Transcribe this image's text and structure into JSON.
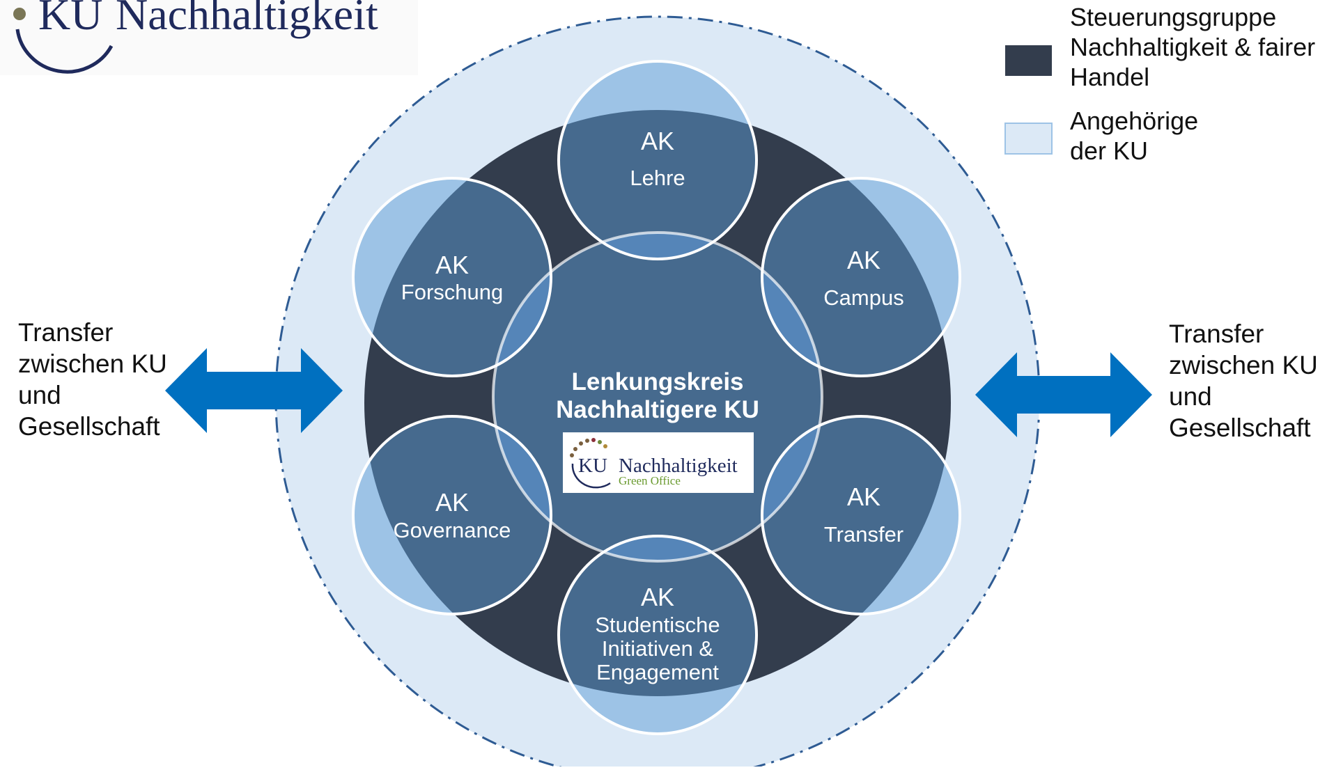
{
  "logo": {
    "initials": "KU",
    "name": "Nachhaltigkeit"
  },
  "center": {
    "title_line1": "Lenkungskreis",
    "title_line2": "Nachhaltigere KU",
    "badge_initials": "KU",
    "badge_name": "Nachhaltigkeit",
    "badge_sub": "Green Office"
  },
  "circles": {
    "lehre": {
      "line1": "AK",
      "line2": "Lehre"
    },
    "campus": {
      "line1": "AK",
      "line2": "Campus"
    },
    "transfer": {
      "line1": "AK",
      "line2": "Transfer"
    },
    "engagement": {
      "line1": "AK",
      "line2": "Studentische",
      "line3": "Initiativen &",
      "line4": "Engagement"
    },
    "governance": {
      "line1": "AK",
      "line2": "Governance"
    },
    "forschung": {
      "line1": "AK",
      "line2": "Forschung"
    }
  },
  "left_transfer": {
    "line1": "Transfer",
    "line2": "zwischen KU",
    "line3": "und",
    "line4": "Gesellschaft"
  },
  "right_transfer": {
    "line1": "Transfer",
    "line2": "zwischen KU",
    "line3": "und",
    "line4": "Gesellschaft"
  },
  "legend": {
    "item1": {
      "line1": "Steuerungsgruppe",
      "line2": "Nachhaltigkeit & fairer",
      "line3": "Handel",
      "color": "#333d4d"
    },
    "item2": {
      "line1": "Angehörige",
      "line2": "der KU",
      "color": "#dce9f6"
    }
  },
  "colors": {
    "outer_fill": "#dce9f6",
    "dark_ring": "#333d4d",
    "circle_fill": "#466a8e",
    "circle_light": "#9dc3e6",
    "overlap": "#5585b8",
    "arrow": "#0070c0",
    "logo_navy": "#1f2a5c"
  }
}
